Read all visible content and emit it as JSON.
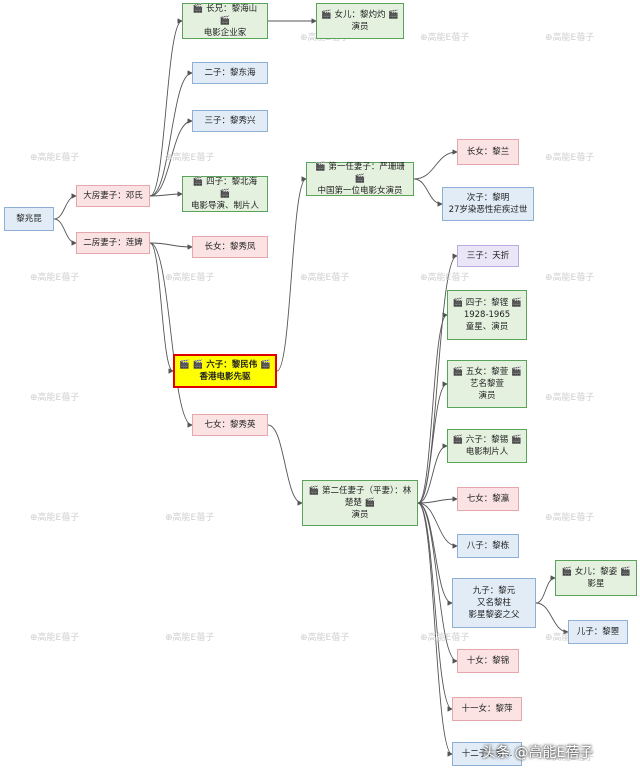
{
  "nodes": [
    {
      "id": "root",
      "text": "黎兆昆",
      "style": "blue"
    },
    {
      "id": "wife1",
      "text": "大房妻子：邓氏",
      "style": "pink"
    },
    {
      "id": "wife2",
      "text": "二房妻子：莲婢",
      "style": "pink"
    },
    {
      "id": "son1",
      "text": "🎬 长兄：黎海山 🎬\n电影企业家",
      "style": "green"
    },
    {
      "id": "son1_d",
      "text": "🎬 女儿：黎灼灼 🎬\n演员",
      "style": "green"
    },
    {
      "id": "son2",
      "text": "二子：黎东海",
      "style": "blue"
    },
    {
      "id": "son3",
      "text": "三子：黎秀兴",
      "style": "blue"
    },
    {
      "id": "son4",
      "text": "🎬 四子：黎北海 🎬\n电影导演、制片人",
      "style": "green"
    },
    {
      "id": "dau1",
      "text": "长女：黎秀凤",
      "style": "pink"
    },
    {
      "id": "son6",
      "text": "🎬 🎬 六子：黎民伟 🎬\n香港电影先驱",
      "style": "yellow"
    },
    {
      "id": "dau7",
      "text": "七女：黎秀英",
      "style": "pink"
    },
    {
      "id": "mw1",
      "text": "🎬 第一任妻子：严珊珊 🎬\n中国第一位电影女演员",
      "style": "green"
    },
    {
      "id": "mw1_c1",
      "text": "长女：黎兰",
      "style": "pink"
    },
    {
      "id": "mw1_c2",
      "text": "次子：黎明\n27岁染恶性疟疾过世",
      "style": "blue"
    },
    {
      "id": "mw2",
      "text": "🎬 第二任妻子（平妻）：林楚楚 🎬\n演员",
      "style": "green"
    },
    {
      "id": "c3",
      "text": "三子：夭折",
      "style": "purple"
    },
    {
      "id": "c4",
      "text": "🎬 四子：黎铿 🎬\n1928-1965\n童星、演员",
      "style": "green"
    },
    {
      "id": "c5",
      "text": "🎬 五女：黎萱 🎬\n艺名黎萱\n演员",
      "style": "green"
    },
    {
      "id": "c6",
      "text": "🎬 六子：黎锡 🎬\n电影制片人",
      "style": "green"
    },
    {
      "id": "c7",
      "text": "七女：黎瀛",
      "style": "pink"
    },
    {
      "id": "c8",
      "text": "八子：黎栋",
      "style": "blue"
    },
    {
      "id": "c9",
      "text": "九子：黎元\n又名黎柱\n影星黎姿之父",
      "style": "blue"
    },
    {
      "id": "c9_d",
      "text": "🎬 女儿：黎姿 🎬\n影星",
      "style": "green"
    },
    {
      "id": "c9_s",
      "text": "儿子：黎瞾",
      "style": "blue"
    },
    {
      "id": "c10",
      "text": "十女：黎锦",
      "style": "pink"
    },
    {
      "id": "c11",
      "text": "十一女：黎萍",
      "style": "pink"
    },
    {
      "id": "c12",
      "text": "十二子：黎...",
      "style": "blue"
    }
  ],
  "edges": [
    [
      "root",
      "wife1"
    ],
    [
      "root",
      "wife2"
    ],
    [
      "wife1",
      "son1"
    ],
    [
      "wife1",
      "son2"
    ],
    [
      "wife1",
      "son3"
    ],
    [
      "wife1",
      "son4"
    ],
    [
      "wife2",
      "dau1"
    ],
    [
      "wife2",
      "son6"
    ],
    [
      "wife2",
      "dau7"
    ],
    [
      "son1",
      "son1_d"
    ],
    [
      "son6",
      "mw1"
    ],
    [
      "dau7",
      "mw2"
    ],
    [
      "mw1",
      "mw1_c1"
    ],
    [
      "mw1",
      "mw1_c2"
    ],
    [
      "mw2",
      "c3"
    ],
    [
      "mw2",
      "c4"
    ],
    [
      "mw2",
      "c5"
    ],
    [
      "mw2",
      "c6"
    ],
    [
      "mw2",
      "c7"
    ],
    [
      "mw2",
      "c8"
    ],
    [
      "mw2",
      "c9"
    ],
    [
      "mw2",
      "c10"
    ],
    [
      "mw2",
      "c11"
    ],
    [
      "mw2",
      "c12"
    ],
    [
      "c9",
      "c9_d"
    ],
    [
      "c9",
      "c9_s"
    ]
  ],
  "watermark": "⊕高能E蓓子",
  "footer": "头条 @高能E蓓子"
}
